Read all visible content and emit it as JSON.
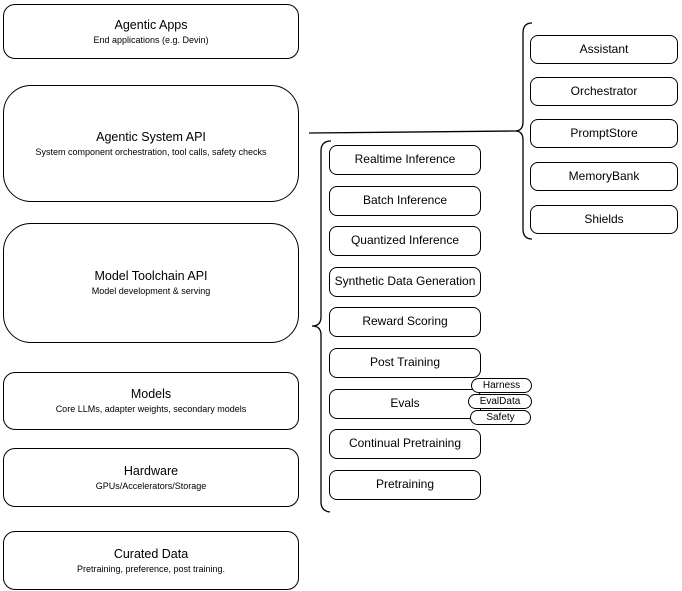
{
  "colors": {
    "stroke": "#000000",
    "canvas": "#ffffff"
  },
  "stack": [
    {
      "title": "Agentic Apps",
      "subtitle": "End applications (e.g. Devin)"
    },
    {
      "title": "Agentic System API",
      "subtitle": "System component orchestration, tool calls, safety checks"
    },
    {
      "title": "Model Toolchain API",
      "subtitle": "Model development & serving"
    },
    {
      "title": "Models",
      "subtitle": "Core LLMs, adapter weights, secondary models"
    },
    {
      "title": "Hardware",
      "subtitle": "GPUs/Accelerators/Storage"
    },
    {
      "title": "Curated Data",
      "subtitle": "Pretraining, preference, post training."
    }
  ],
  "toolchain": {
    "items": [
      "Realtime Inference",
      "Batch Inference",
      "Quantized Inference",
      "Synthetic Data Generation",
      "Reward Scoring",
      "Post Training",
      "Evals",
      "Continual Pretraining",
      "Pretraining"
    ],
    "eval_tags": [
      "Harness",
      "EvalData",
      "Safety"
    ]
  },
  "system": {
    "items": [
      "Assistant",
      "Orchestrator",
      "PromptStore",
      "MemoryBank",
      "Shields"
    ]
  }
}
